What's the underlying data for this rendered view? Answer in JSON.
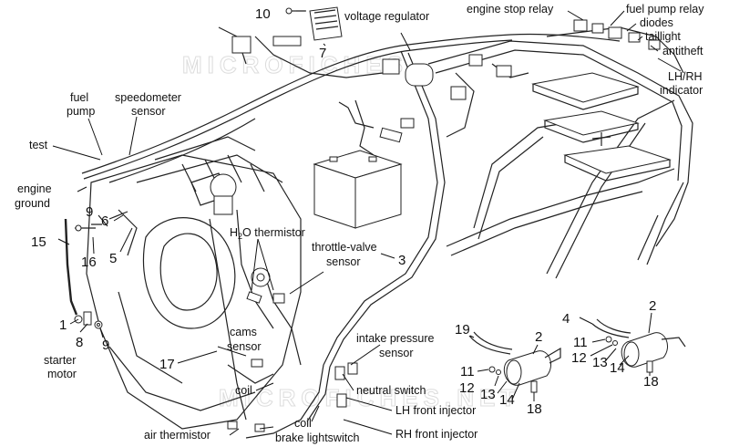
{
  "labels": {
    "voltage_regulator": "voltage regulator",
    "engine_stop_relay": "engine stop relay",
    "fuel_pump_relay": "fuel pump relay",
    "diodes": "diodes",
    "taillight": "taillight",
    "antitheft": "antitheft",
    "lh_rh_line1": "LH/RH",
    "lh_rh_line2": "indicator",
    "fuel_pump_line1": "fuel",
    "fuel_pump_line2": "pump",
    "speedometer_line1": "speedometer",
    "speedometer_line2": "sensor",
    "test": "test",
    "engine_ground_line1": "engine",
    "engine_ground_line2": "ground",
    "h2o_prefix": "H",
    "h2o_sub": "2",
    "h2o_suffix": "O thermistor",
    "throttle_line1": "throttle-valve",
    "throttle_line2": "sensor",
    "starter_line1": "starter",
    "starter_line2": "motor",
    "cams_line1": "cams",
    "cams_line2": "sensor",
    "intake_line1": "intake pressure",
    "intake_line2": "sensor",
    "neutral_switch": "neutral switch",
    "lh_front_injector": "LH front injector",
    "rh_front_injector": "RH front injector",
    "coil_left": "coil",
    "coil_bottom": "coil",
    "air_thermistor": "air thermistor",
    "brake_lightswitch": "brake lightswitch"
  },
  "numbers": {
    "n10": "10",
    "n7": "7",
    "n9a": "9",
    "n6": "6",
    "n15": "15",
    "n16": "16",
    "n5": "5",
    "n3": "3",
    "n1": "1",
    "n8": "8",
    "n9b": "9",
    "n17": "17",
    "n19": "19",
    "n2a": "2",
    "n11a": "11",
    "n12a": "12",
    "n13a": "13",
    "n14a": "14",
    "n18a": "18",
    "n4": "4",
    "n2b": "2",
    "n11b": "11",
    "n12b": "12",
    "n13b": "13",
    "n14b": "14",
    "n18b": "18"
  },
  "watermark": {
    "top": "MICROFICHES",
    "bottom": "MICROFICHES.NET"
  }
}
